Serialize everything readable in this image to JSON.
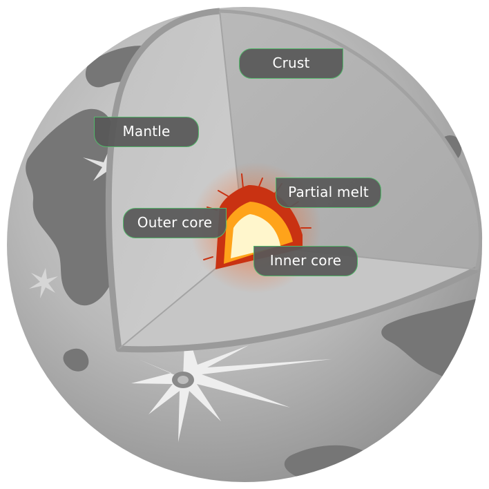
{
  "labels": {
    "crust": "Crust",
    "mantle": "Mantle",
    "partial_melt": "Partial melt",
    "outer_core": "Outer core",
    "inner_core": "Inner core"
  },
  "colors": {
    "label_bg": "#585858",
    "label_border": "#52b96a",
    "inner_core": "#fff6cc",
    "outer_core": "#ffa31a",
    "partial_melt": "#c93212"
  }
}
